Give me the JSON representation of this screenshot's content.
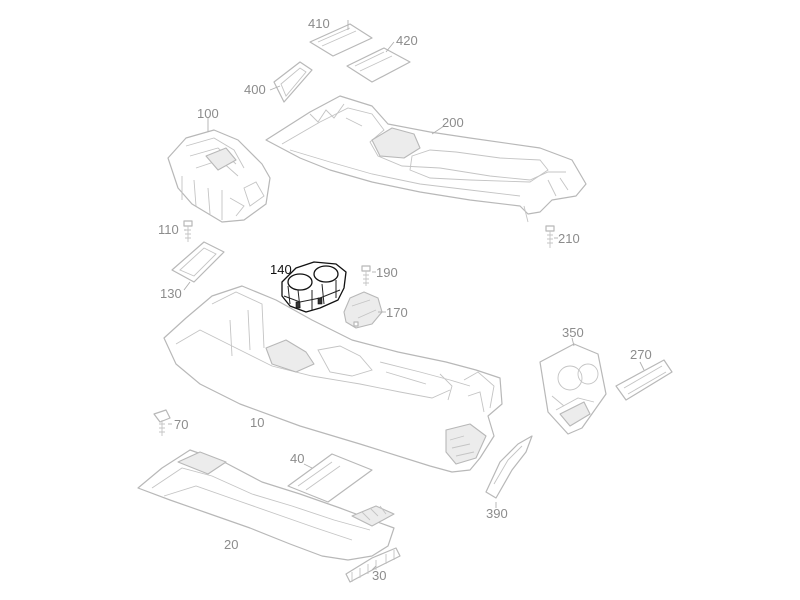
{
  "colors": {
    "background": "#ffffff",
    "muted_line": "#b8b8b8",
    "muted_label": "#8c8c8c",
    "highlight_line": "#111111",
    "highlight_label": "#111111"
  },
  "diagram": {
    "highlighted_part": "140",
    "parts": [
      {
        "id": "410",
        "label": "410",
        "selected": false
      },
      {
        "id": "420",
        "label": "420",
        "selected": false
      },
      {
        "id": "400",
        "label": "400",
        "selected": false
      },
      {
        "id": "100",
        "label": "100",
        "selected": false
      },
      {
        "id": "200",
        "label": "200",
        "selected": false
      },
      {
        "id": "110",
        "label": "110",
        "selected": false
      },
      {
        "id": "210",
        "label": "210",
        "selected": false
      },
      {
        "id": "140",
        "label": "140",
        "selected": true
      },
      {
        "id": "190",
        "label": "190",
        "selected": false
      },
      {
        "id": "130",
        "label": "130",
        "selected": false
      },
      {
        "id": "170",
        "label": "170",
        "selected": false
      },
      {
        "id": "350",
        "label": "350",
        "selected": false
      },
      {
        "id": "270",
        "label": "270",
        "selected": false
      },
      {
        "id": "70",
        "label": "70",
        "selected": false
      },
      {
        "id": "10",
        "label": "10",
        "selected": false
      },
      {
        "id": "40",
        "label": "40",
        "selected": false
      },
      {
        "id": "390",
        "label": "390",
        "selected": false
      },
      {
        "id": "20",
        "label": "20",
        "selected": false
      },
      {
        "id": "30",
        "label": "30",
        "selected": false
      }
    ]
  }
}
